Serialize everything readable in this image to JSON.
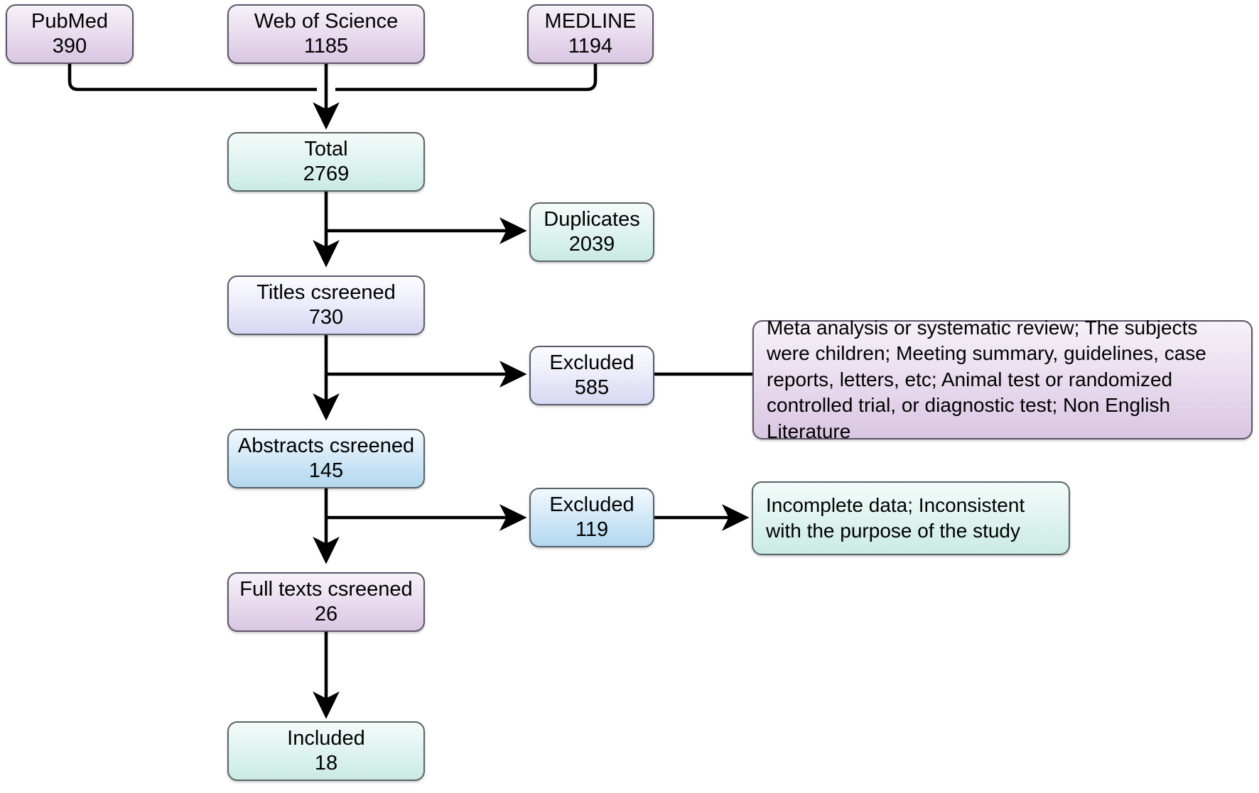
{
  "diagram": {
    "title": "Study selection flow diagram",
    "type": "prisma-flowchart",
    "colors": {
      "purple": "#e2d2e9",
      "mint": "#d4efe9",
      "lavender": "#e2e2f6",
      "blue": "#c4e1f4",
      "border": "#595263",
      "connector": "#000000"
    }
  },
  "sources": [
    {
      "name": "PubMed",
      "count": "390"
    },
    {
      "name": "Web of Science",
      "count": "1185"
    },
    {
      "name": "MEDLINE",
      "count": "1194"
    }
  ],
  "stages": {
    "total": {
      "label": "Total",
      "count": "2769"
    },
    "duplicates": {
      "label": "Duplicates",
      "count": "2039"
    },
    "titles": {
      "label": "Titles csreened",
      "count": "730"
    },
    "excluded1": {
      "label": "Excluded",
      "count": "585"
    },
    "abstracts": {
      "label": "Abstracts csreened",
      "count": "145"
    },
    "excluded2": {
      "label": "Excluded",
      "count": "119"
    },
    "fulltexts": {
      "label": "Full texts csreened",
      "count": "26"
    },
    "included": {
      "label": "Included",
      "count": "18"
    }
  },
  "reasons": {
    "titles_exclusion": "Meta analysis or systematic review; The subjects were children; Meeting summary, guidelines, case reports, letters, etc; Animal test or randomized controlled trial, or diagnostic test; Non English Literature",
    "abstracts_exclusion": "Incomplete data; Inconsistent with the purpose of the study"
  }
}
